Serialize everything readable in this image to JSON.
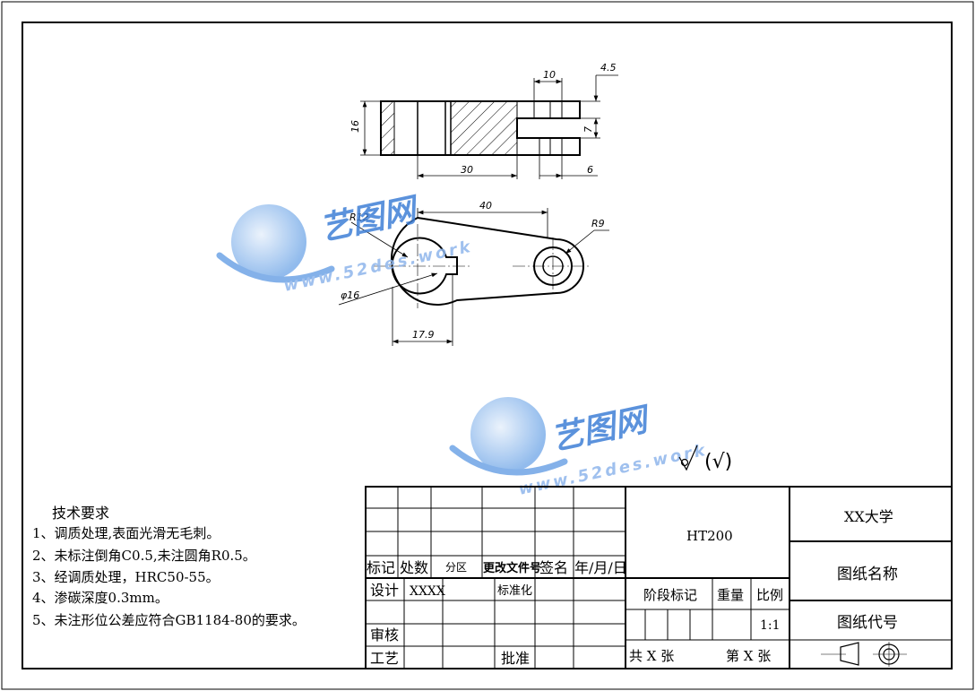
{
  "watermark": {
    "brand": "艺图网",
    "url": "www.52des.work"
  },
  "front_view": {
    "dims": {
      "top_width": "10",
      "top_right": "4.5",
      "height": "16",
      "slot": "7",
      "length": "30",
      "right_bottom": "6"
    }
  },
  "top_view": {
    "dims": {
      "center_distance": "40",
      "big_radius": "R12",
      "small_radius": "R9",
      "bore": "φ16",
      "keyway": "17.9"
    }
  },
  "surface_finish": "(√)",
  "tech_requirements": {
    "title": "技术要求",
    "items": [
      "1、调质处理,表面光滑无毛刺。",
      "2、未标注倒角C0.5,未注圆角R0.5。",
      "3、经调质处理，HRC50-55。",
      "4、渗碳深度0.3mm。",
      "5、未注形位公差应符合GB1184-80的要求。"
    ]
  },
  "title_block": {
    "header": {
      "mark": "标记",
      "count": "处数",
      "zone": "分区",
      "change_doc": "更改文件号",
      "sign": "签名",
      "date": "年/月/日"
    },
    "design_label": "设计",
    "designer": "XXXX",
    "standardize_label": "标准化",
    "review_label": "审核",
    "process_label": "工艺",
    "approve_label": "批准",
    "material": "HT200",
    "stage_mark": "阶段标记",
    "weight": "重量",
    "scale_label": "比例",
    "scale_value": "1:1",
    "total_sheets": "共 X 张",
    "sheet_number": "第 X 张",
    "school": "XX大学",
    "drawing_name": "图纸名称",
    "drawing_code": "图纸代号"
  }
}
